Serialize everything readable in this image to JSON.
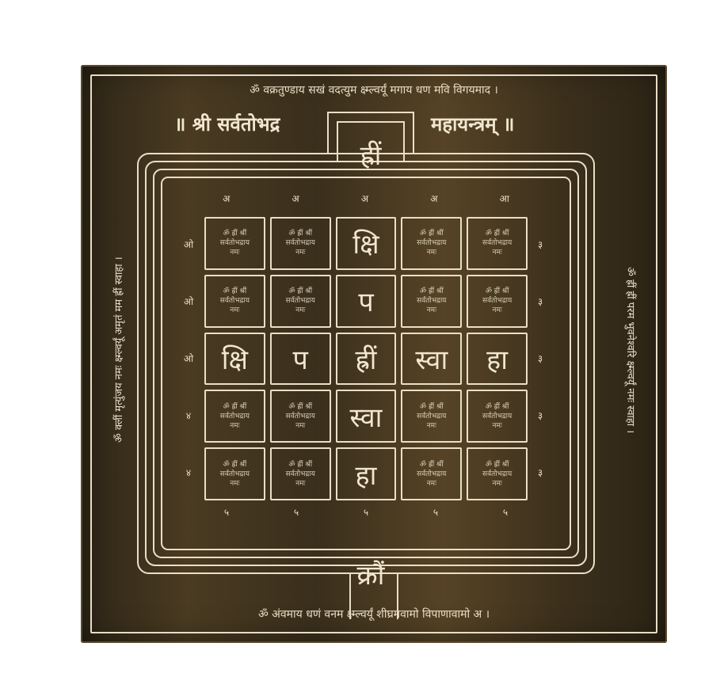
{
  "plate": {
    "top_text": "ॐ वक्रतुण्डाय सखं वदत्युम क्ष्म्ल्वर्यूं मगाय धण मवि विगयमाद ।",
    "bottom_text": "ॐ अंवमाय धणं वनम क्ष्म्ल्वर्यूं शीघ्रमवामो विपाणावामो अ ।",
    "left_text": "ॐ क्लीं मृत्युंजय नमः क्ष्म्ल्वर्यूं अमृतं मम ह्रीं स्वाहा ।",
    "right_text": "ॐ ह्रीं ह्रीं परम भुवनेश्वरि क्ष्म्ल्वर्यूं नमः स्वाहा ।",
    "title_left": "॥ श्री सर्वतोभद्र",
    "title_right": "महायन्त्रम् ॥",
    "seed_top": "ह्रीं",
    "seed_bottom": "क्रौं",
    "center_seed": "ह्रीं"
  },
  "grid": {
    "cells": [
      "small",
      "small",
      "क्षि",
      "small",
      "small",
      "small",
      "small",
      "प",
      "small",
      "small",
      "क्षि",
      "प",
      "ह्रीं",
      "स्वा",
      "हा",
      "small",
      "small",
      "स्वा",
      "small",
      "small",
      "small",
      "small",
      "हा",
      "small",
      "small"
    ],
    "small_line1": "ॐ ह्रीं श्रीं",
    "small_line2": "सर्वतोभद्राय",
    "small_line3": "नमः"
  },
  "edges": {
    "top": [
      "अ",
      "अ",
      "अ",
      "अ",
      "आ"
    ],
    "bottom": [
      "५",
      "५",
      "५",
      "५",
      "५"
    ],
    "left": [
      "ओ",
      "ओ",
      "ओ",
      "४",
      "४"
    ],
    "right": [
      "३",
      "३",
      "३",
      "३",
      "३"
    ]
  }
}
